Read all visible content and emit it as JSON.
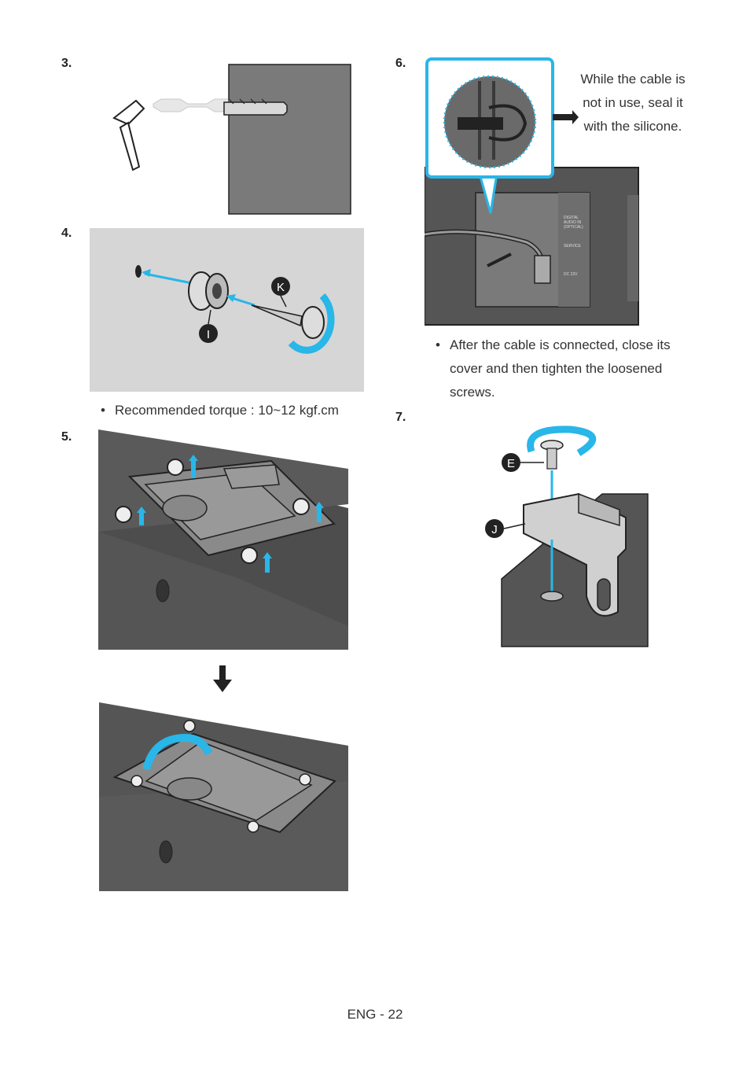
{
  "steps": [
    {
      "number": "3."
    },
    {
      "number": "4.",
      "bullet": "Recommended torque : 10~12 kgf.cm",
      "labels": {
        "k": "K",
        "i": "I"
      }
    },
    {
      "number": "5."
    },
    {
      "number": "6.",
      "callout": "While the cable is not in use, seal it with the silicone.",
      "bullet": "After the cable is connected, close its cover and then tighten the loosened screws.",
      "panel_labels": {
        "digital": "DIGITAL",
        "audio_in": "AUDIO IN",
        "optical": "(OPTICAL)",
        "service": "SERVICE",
        "dc": "DC 23V"
      }
    },
    {
      "number": "7.",
      "labels": {
        "e": "E",
        "j": "J"
      }
    }
  ],
  "bullet_symbol": "•",
  "footer": {
    "page": "ENG - 22"
  },
  "colors": {
    "accent": "#29b6e8",
    "dark": "#3b3b3b",
    "panel_bg": "#d6d6d6"
  }
}
